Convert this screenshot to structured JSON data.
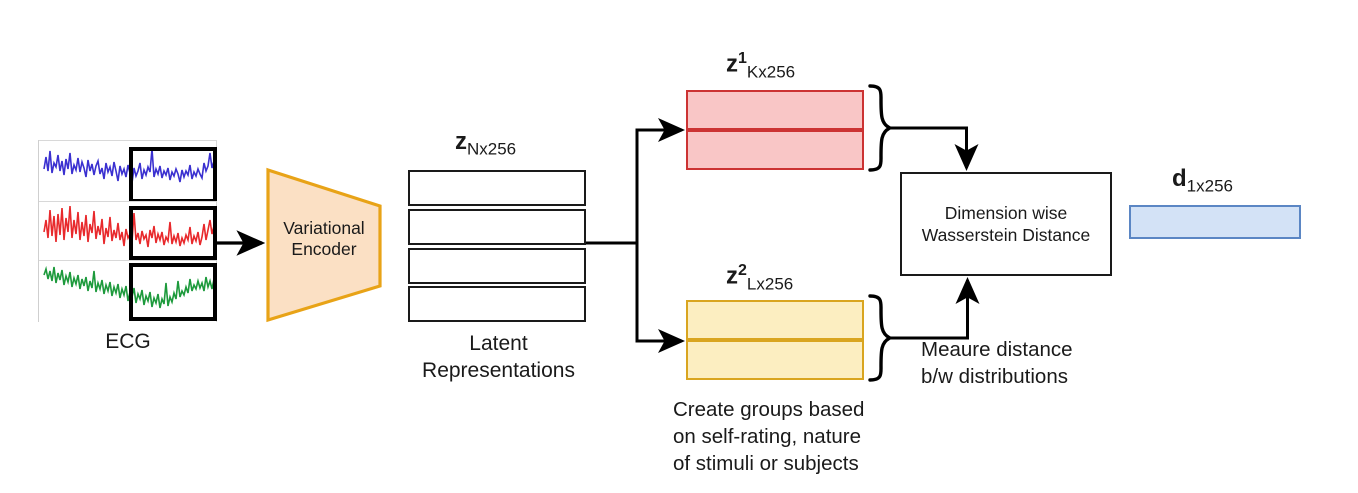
{
  "diagram": {
    "title": "Variational encoder ECG latent representation Wasserstein distance pipeline",
    "ecg": {
      "caption": "ECG",
      "traces": [
        {
          "name": "ecg-trace-blue",
          "color": "#3a30d0"
        },
        {
          "name": "ecg-trace-red",
          "color": "#e8292c"
        },
        {
          "name": "ecg-trace-green",
          "color": "#1d9a3c"
        }
      ],
      "crop_box_color": "#000000"
    },
    "encoder": {
      "label_line1": "Variational",
      "label_line2": "Encoder",
      "fill": "#fbe0c4",
      "stroke": "#e8a317"
    },
    "latent": {
      "symbol_base": "z",
      "symbol_sub": "Nx256",
      "caption_line1": "Latent",
      "caption_line2": "Representations",
      "rows": 4,
      "fill": "#ffffff",
      "stroke": "#1a1a1a"
    },
    "group_one": {
      "symbol_base": "z",
      "symbol_sup": "1",
      "symbol_sub": "Kx256",
      "rows": 2,
      "fill": "#f9c6c6",
      "stroke": "#cc3333"
    },
    "group_two": {
      "symbol_base": "z",
      "symbol_sup": "2",
      "symbol_sub": "Lx256",
      "rows": 2,
      "fill": "#fceec1",
      "stroke": "#d9a520"
    },
    "grouping_note": {
      "line1": "Create groups based",
      "line2": "on self-rating, nature",
      "line3": "of stimuli or subjects"
    },
    "measure_note": {
      "line1": "Meaure distance",
      "line2": "b/w distributions"
    },
    "wasserstein": {
      "label_line1": "Dimension wise",
      "label_line2": "Wasserstein Distance",
      "fill": "#ffffff",
      "stroke": "#1a1a1a"
    },
    "output": {
      "symbol_base": "d",
      "symbol_sub": "1x256",
      "fill": "#d3e2f6",
      "stroke": "#5b86c4"
    },
    "arrows": [
      {
        "name": "arrow-ecg-to-encoder"
      },
      {
        "name": "arrow-latent-split-to-group-one"
      },
      {
        "name": "arrow-latent-split-to-group-two"
      },
      {
        "name": "arrow-group-one-to-wasserstein"
      },
      {
        "name": "arrow-group-two-to-wasserstein"
      }
    ]
  }
}
